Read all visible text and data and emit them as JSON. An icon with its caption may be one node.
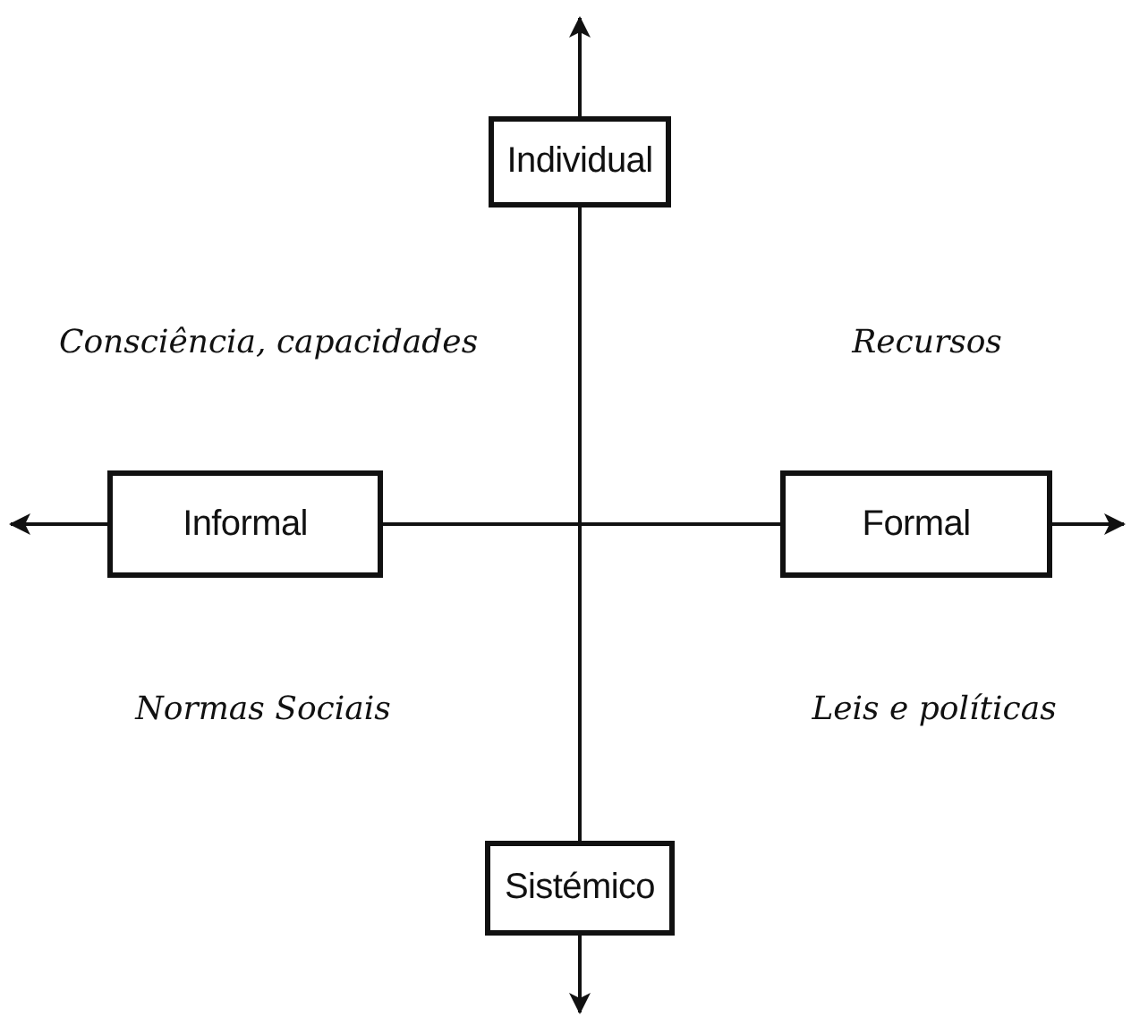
{
  "diagram": {
    "nodes": [
      {
        "text": [
          "Individual"
        ]
      },
      {
        "text": [
          "Informal"
        ]
      },
      {
        "text": [
          "Formal"
        ]
      },
      {
        "text": [
          "Sistémico"
        ]
      }
    ],
    "edges": [
      {
        "from": 0,
        "to": null,
        "arrow": "to"
      },
      {
        "from": 0,
        "to": 3,
        "arrow": "none"
      },
      {
        "from": 3,
        "to": null,
        "arrow": "to"
      },
      {
        "from": 1,
        "to": null,
        "arrow": "to"
      },
      {
        "from": 1,
        "to": 2,
        "arrow": "none"
      },
      {
        "from": 2,
        "to": null,
        "arrow": "to"
      }
    ],
    "labels": [
      "Consciência, capacidades",
      "Recursos",
      "Normas Sociais",
      "Leis e políticas"
    ]
  }
}
